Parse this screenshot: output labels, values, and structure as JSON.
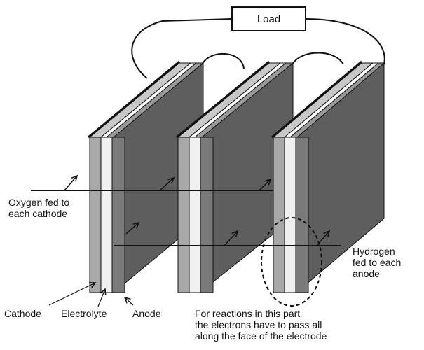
{
  "diagram": {
    "load_label": "Load",
    "oxygen_label": "Oxygen fed to\neach cathode",
    "hydrogen_label": "Hydrogen\nfed to each\nanode",
    "cathode_label": "Cathode",
    "electrolyte_label": "Electrolyte",
    "anode_label": "Anode",
    "note_label": "For reactions in this part\nthe electrons have to pass all\nalong the face of the electrode"
  },
  "colors": {
    "cathode": "#a8a8a8",
    "electrolyte": "#f0f0f0",
    "anode": "#7a7a7a",
    "anode_face": "#5e5e5e",
    "outline": "#111111"
  }
}
